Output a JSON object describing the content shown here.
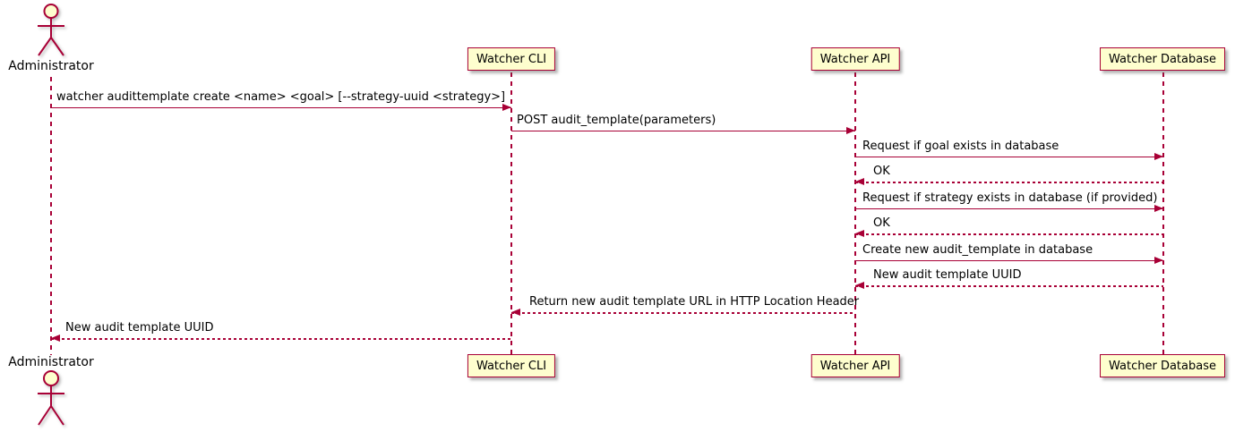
{
  "diagram": {
    "type": "uml-sequence",
    "colors": {
      "participant_fill": "#FEFECE",
      "line_color": "#A80036",
      "text_color": "#000000",
      "background": "#FFFFFF"
    },
    "participants": [
      {
        "label": "Administrator",
        "kind": "actor"
      },
      {
        "label": "Watcher CLI",
        "kind": "participant"
      },
      {
        "label": "Watcher API",
        "kind": "participant"
      },
      {
        "label": "Watcher Database",
        "kind": "participant"
      }
    ],
    "messages": [
      {
        "from": "Administrator",
        "to": "Watcher CLI",
        "style": "solid",
        "text": "watcher audittemplate create <name> <goal> [--strategy-uuid <strategy>]"
      },
      {
        "from": "Watcher CLI",
        "to": "Watcher API",
        "style": "solid",
        "text": "POST audit_template(parameters)"
      },
      {
        "from": "Watcher API",
        "to": "Watcher Database",
        "style": "solid",
        "text": "Request if goal exists in database"
      },
      {
        "from": "Watcher Database",
        "to": "Watcher API",
        "style": "dashed",
        "text": "OK"
      },
      {
        "from": "Watcher API",
        "to": "Watcher Database",
        "style": "solid",
        "text": "Request if strategy exists in database (if provided)"
      },
      {
        "from": "Watcher Database",
        "to": "Watcher API",
        "style": "dashed",
        "text": "OK"
      },
      {
        "from": "Watcher API",
        "to": "Watcher Database",
        "style": "solid",
        "text": "Create new audit_template in database"
      },
      {
        "from": "Watcher Database",
        "to": "Watcher API",
        "style": "dashed",
        "text": "New audit template UUID"
      },
      {
        "from": "Watcher API",
        "to": "Watcher CLI",
        "style": "dashed",
        "text": "Return new audit template URL in HTTP Location Header"
      },
      {
        "from": "Watcher CLI",
        "to": "Administrator",
        "style": "dashed",
        "text": "New audit template UUID"
      }
    ]
  }
}
